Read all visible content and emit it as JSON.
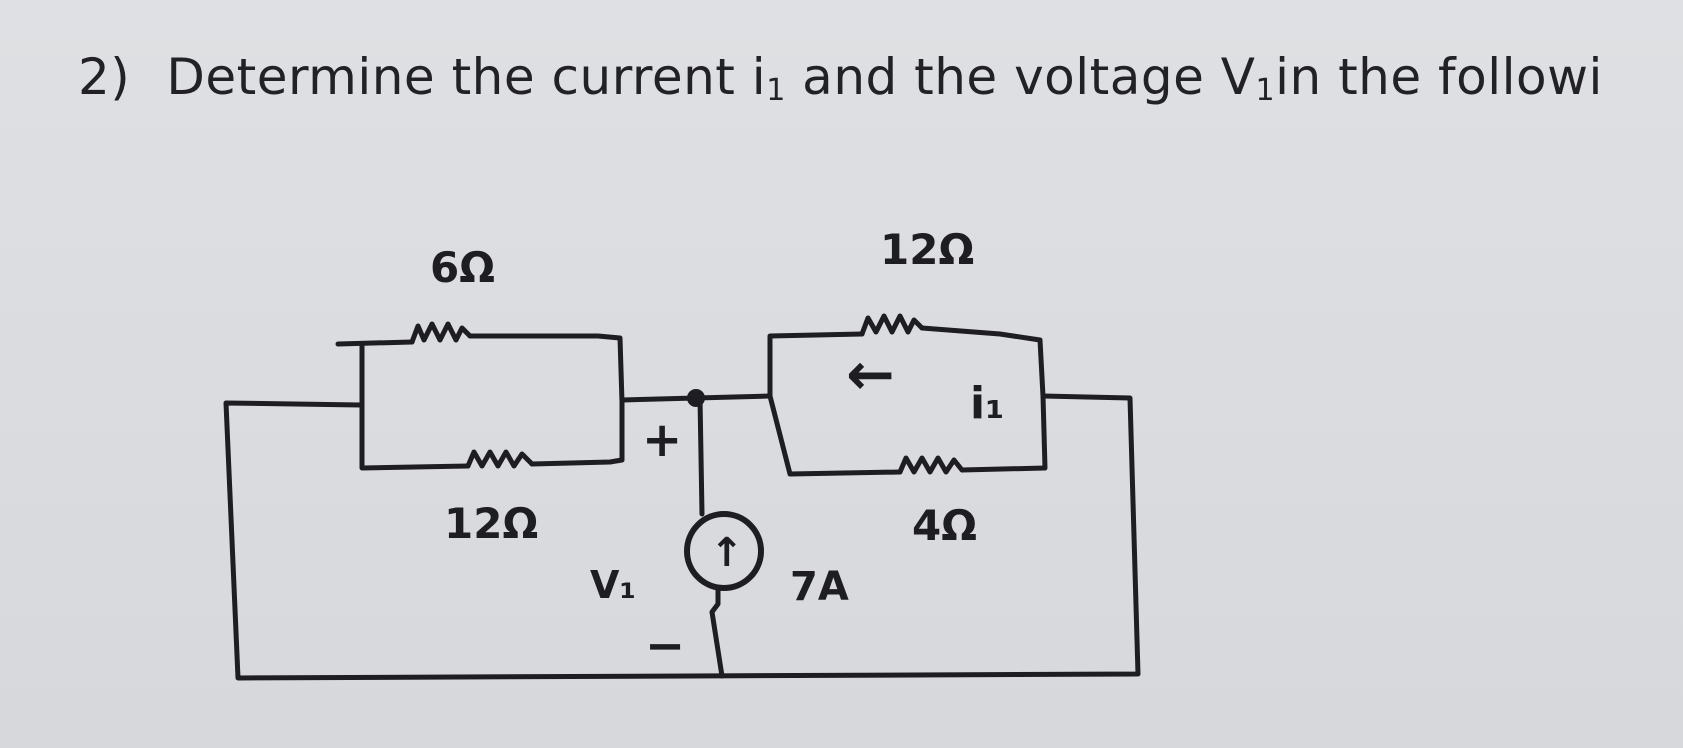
{
  "question": {
    "number": "2)",
    "text_before": "Determine the current i",
    "sub1": "1",
    "text_mid": " and the voltage V",
    "sub2": "1",
    "text_after": "in the followi"
  },
  "circuit": {
    "r_6": "6Ω",
    "r_12_top": "12Ω",
    "r_12_left": "12Ω",
    "r_4": "4Ω",
    "source": "7A",
    "v_label": "V₁",
    "current_label": "i₁",
    "plus": "+",
    "minus": "−",
    "source_arrow": "↑",
    "current_arrow": "←"
  },
  "colors": {
    "ink": "#1e1e22",
    "paper": "#dcdde0"
  }
}
